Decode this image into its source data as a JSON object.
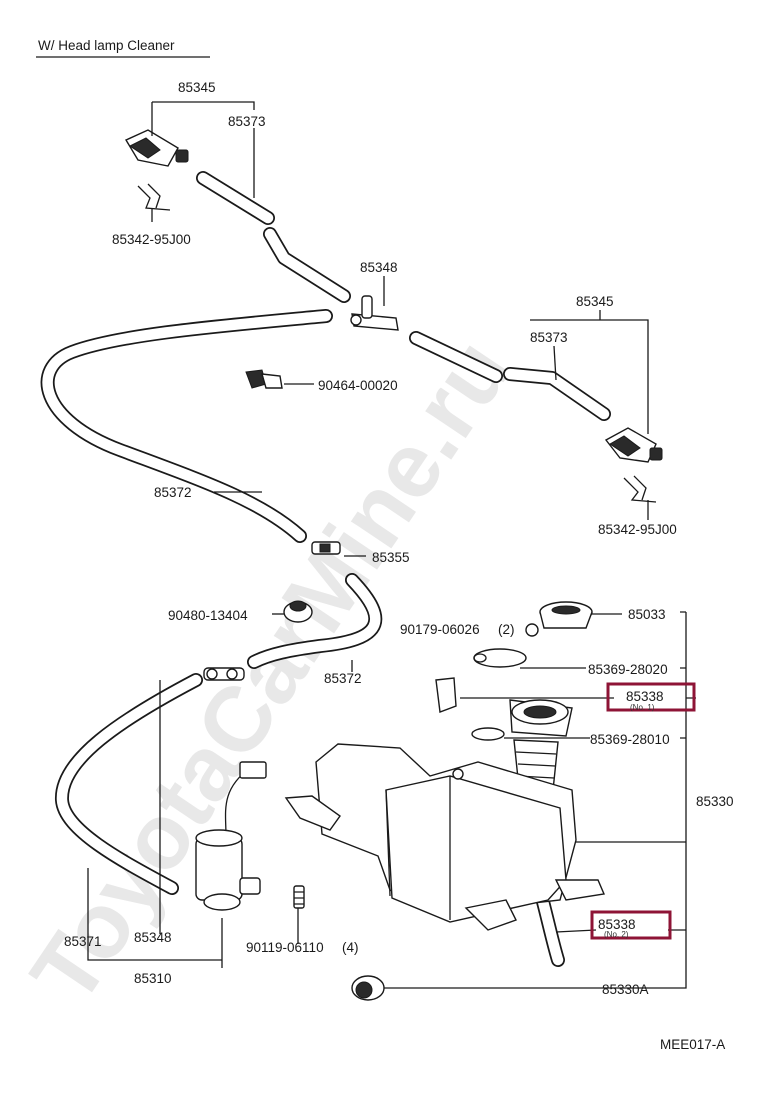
{
  "header": {
    "title": "W/ Head lamp Cleaner"
  },
  "watermark": "ToyotaCarMine.ru",
  "diagram_code": "MEE017-A",
  "highlight_color": "#8e1436",
  "parts": {
    "nozzle_left": "85345",
    "hose_upper_left": "85373",
    "bracket_left": "85342-95J00",
    "joint_upper": "85348",
    "nozzle_right": "85345",
    "hose_upper_right": "85373",
    "clamp_upper": "90464-00020",
    "bracket_right": "85342-95J00",
    "hose_main_upper": "85372",
    "check_valve": "85355",
    "grommet_small": "90480-13404",
    "hose_main_lower": "85372",
    "cap": "85033",
    "cap_nut": "90179-06026",
    "cap_nut_qty": "(2)",
    "gasket_upper": "85369-28020",
    "filler_tube": "85338",
    "filler_tube_note": "(No. 1)",
    "gasket_lower": "85369-28010",
    "tank_assy": "85330",
    "tank_hose": "85338",
    "tank_hose_note": "(No. 2)",
    "grommet_tank": "85330A",
    "bolt": "90119-06110",
    "bolt_qty": "(4)",
    "hose_pump": "85371",
    "joint_lower": "85348",
    "pump": "85310"
  }
}
